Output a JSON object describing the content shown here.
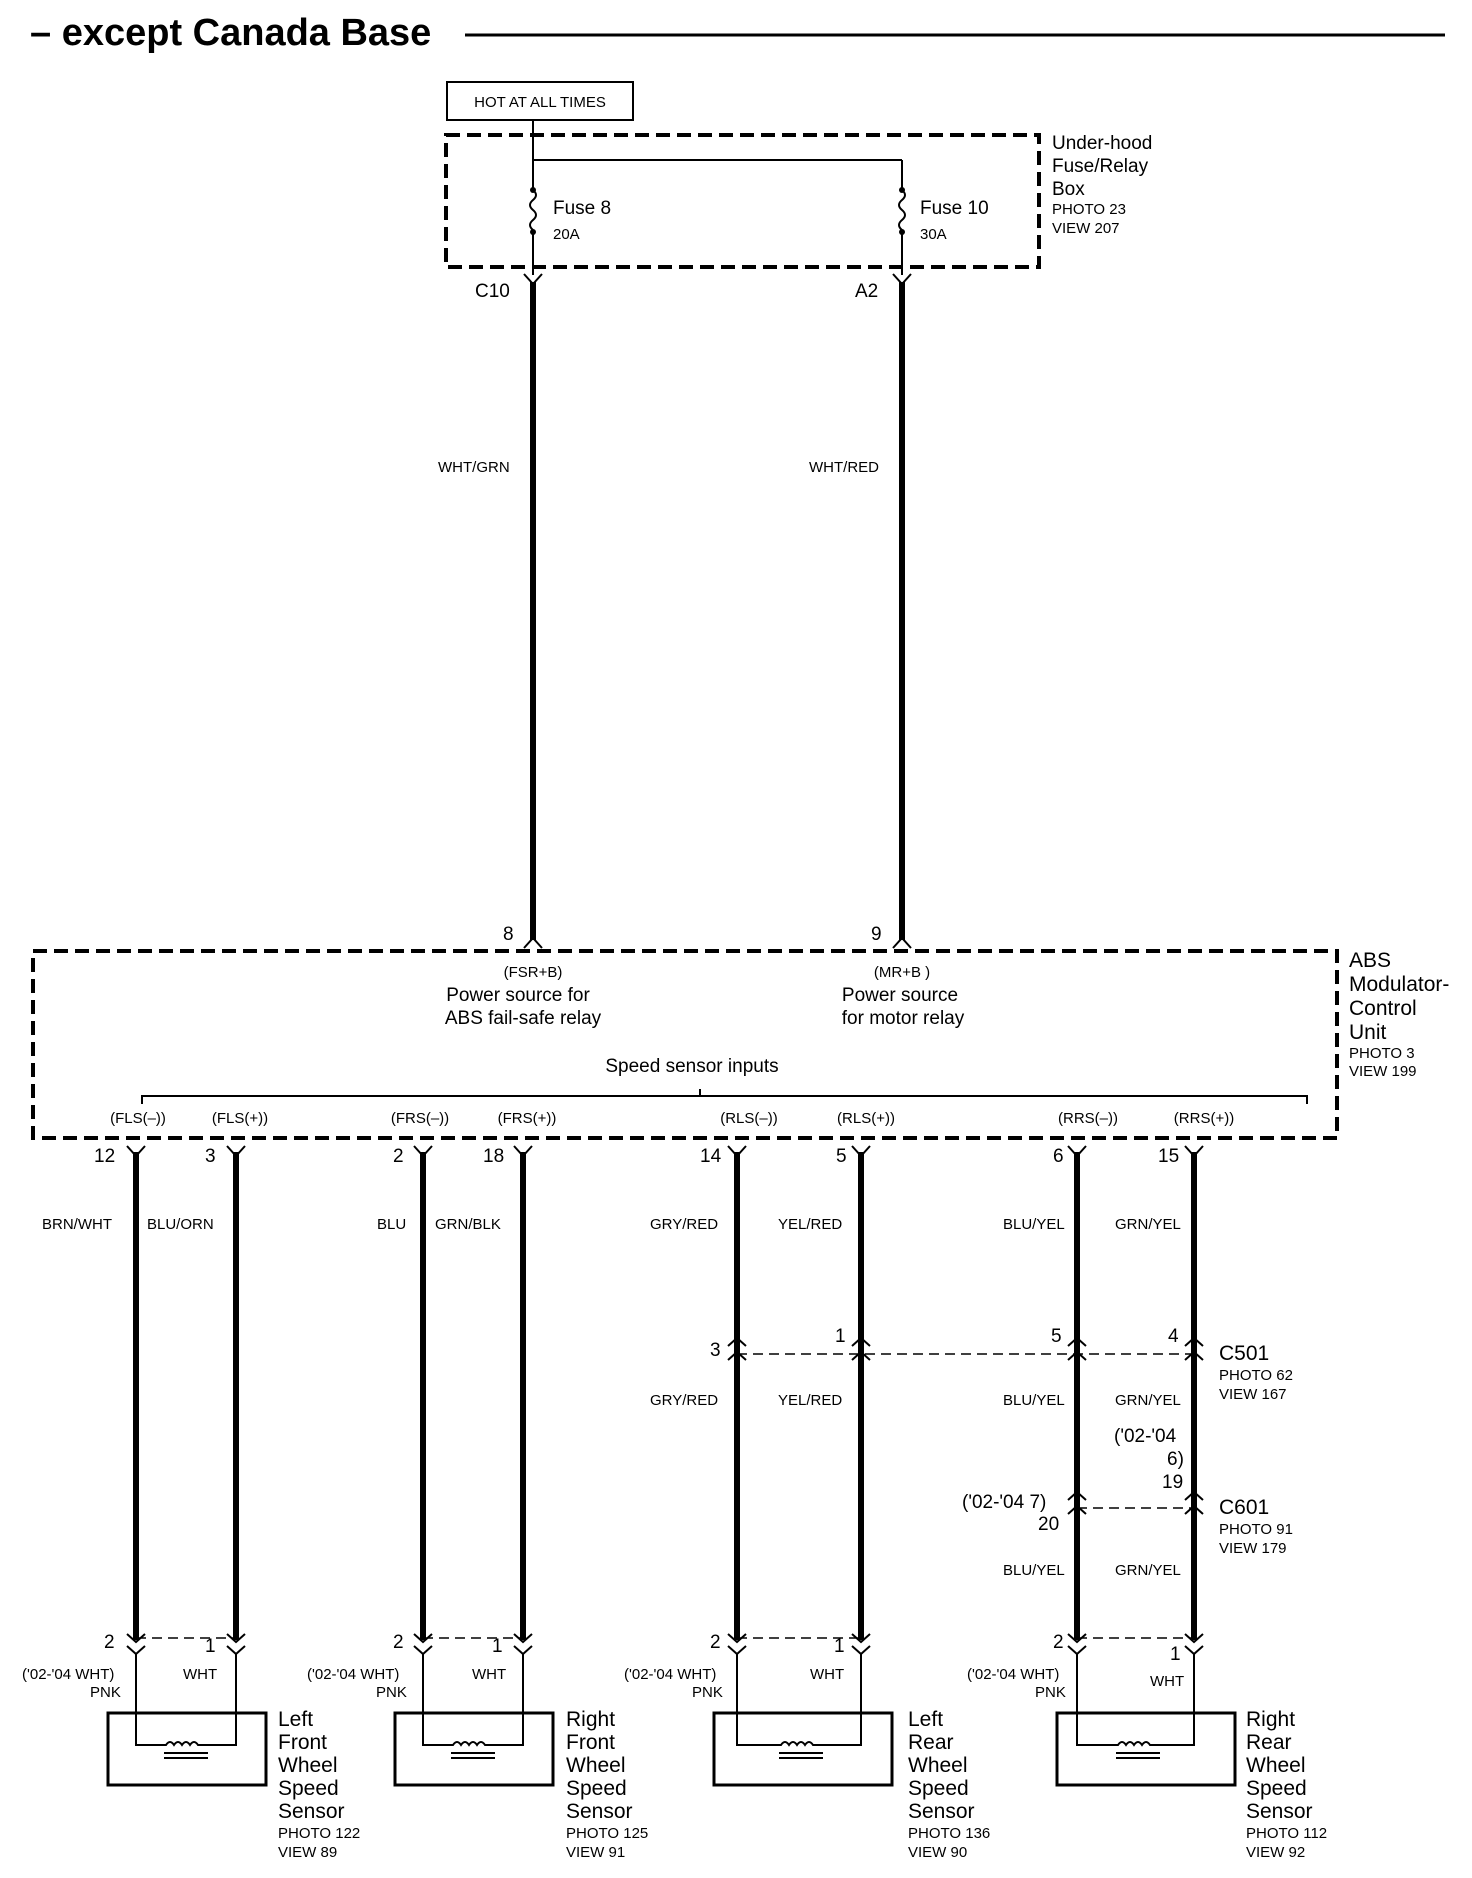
{
  "header": {
    "title": "– except Canada Base"
  },
  "power": {
    "hot_label": "HOT AT ALL TIMES",
    "fuse_box": {
      "name_lines": [
        "Under-hood",
        "Fuse/Relay",
        "Box"
      ],
      "photo": "PHOTO 23",
      "view": "VIEW 207"
    },
    "fuses": [
      {
        "name": "Fuse 8",
        "rating": "20A",
        "terminal": "C10",
        "wire": "WHT/GRN",
        "pin": "8"
      },
      {
        "name": "Fuse 10",
        "rating": "30A",
        "terminal": "A2",
        "wire": "WHT/RED",
        "pin": "9"
      }
    ]
  },
  "abs_unit": {
    "name_lines": [
      "ABS",
      "Modulator-",
      "Control",
      "Unit"
    ],
    "photo": "PHOTO 3",
    "view": "VIEW 199",
    "power_functions": [
      {
        "code": "(FSR+B)",
        "lines": [
          "Power source for",
          "ABS fail-safe relay"
        ]
      },
      {
        "code": "(MR+B )",
        "lines": [
          "Power source",
          "for motor relay"
        ]
      }
    ],
    "speed_label": "Speed sensor inputs",
    "inputs": [
      {
        "code": "(FLS(–))",
        "pin": "12",
        "wire": "BRN/WHT"
      },
      {
        "code": "(FLS(+))",
        "pin": "3",
        "wire": "BLU/ORN"
      },
      {
        "code": "(FRS(–))",
        "pin": "2",
        "wire": "BLU"
      },
      {
        "code": "(FRS(+))",
        "pin": "18",
        "wire": "GRN/BLK"
      },
      {
        "code": "(RLS(–))",
        "pin": "14",
        "wire": "GRY/RED"
      },
      {
        "code": "(RLS(+))",
        "pin": "5",
        "wire": "YEL/RED"
      },
      {
        "code": "(RRS(–))",
        "pin": "6",
        "wire": "BLU/YEL"
      },
      {
        "code": "(RRS(+))",
        "pin": "15",
        "wire": "GRN/YEL"
      }
    ]
  },
  "c501": {
    "name": "C501",
    "photo": "PHOTO 62",
    "view": "VIEW 167",
    "pins": [
      "3",
      "1",
      "5",
      "4"
    ],
    "wires_below": [
      "GRY/RED",
      "YEL/RED",
      "BLU/YEL",
      "GRN/YEL"
    ]
  },
  "c601": {
    "name": "C601",
    "photo": "PHOTO 91",
    "view": "VIEW 179",
    "left_note": "('02-'04 7)",
    "left_pin": "20",
    "right_note_lines": [
      "('02-'04",
      "6)"
    ],
    "right_pin": "19",
    "wires_below": [
      "BLU/YEL",
      "GRN/YEL"
    ]
  },
  "sensors": [
    {
      "name_lines": [
        "Left",
        "Front",
        "Wheel",
        "Speed",
        "Sensor"
      ],
      "photo": "PHOTO 122",
      "view": "VIEW 89",
      "pin_left": "2",
      "pin_right": "1",
      "note_left": "('02-'04 WHT)",
      "color_left": "PNK",
      "color_right": "WHT"
    },
    {
      "name_lines": [
        "Right",
        "Front",
        "Wheel",
        "Speed",
        "Sensor"
      ],
      "photo": "PHOTO 125",
      "view": "VIEW 91",
      "pin_left": "2",
      "pin_right": "1",
      "note_left": "('02-'04 WHT)",
      "color_left": "PNK",
      "color_right": "WHT"
    },
    {
      "name_lines": [
        "Left",
        "Rear",
        "Wheel",
        "Speed",
        "Sensor"
      ],
      "photo": "PHOTO 136",
      "view": "VIEW 90",
      "pin_left": "2",
      "pin_right": "1",
      "note_left": "('02-'04 WHT)",
      "color_left": "PNK",
      "color_right": "WHT"
    },
    {
      "name_lines": [
        "Right",
        "Rear",
        "Wheel",
        "Speed",
        "Sensor"
      ],
      "photo": "PHOTO 112",
      "view": "VIEW 92",
      "pin_left": "2",
      "pin_right": "1",
      "note_left": "('02-'04 WHT)",
      "color_left": "PNK",
      "color_right": "WHT"
    }
  ]
}
